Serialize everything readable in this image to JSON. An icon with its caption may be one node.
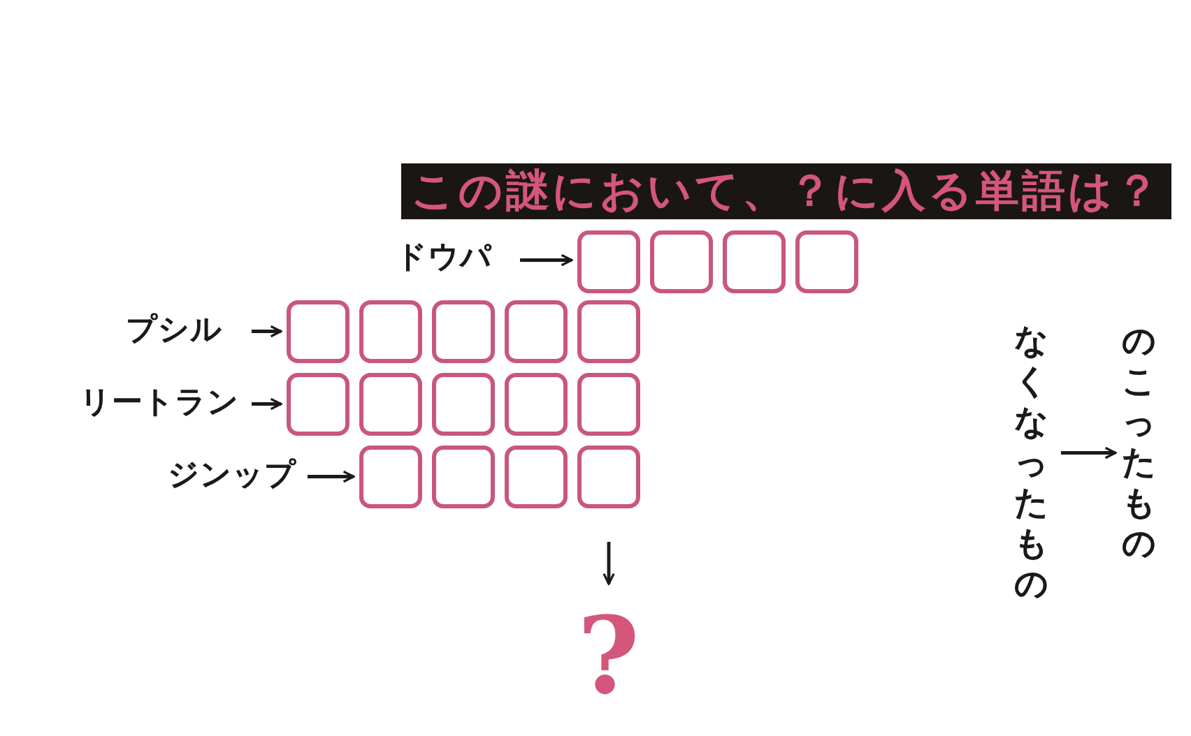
{
  "diagram": {
    "title": "この謎において、？に入る単語は？",
    "nodes": [
      {
        "text": [
          "ドウパ"
        ]
      },
      {
        "text": [],
        "shape": "box"
      },
      {
        "text": [],
        "shape": "box"
      },
      {
        "text": [],
        "shape": "box"
      },
      {
        "text": [],
        "shape": "box"
      },
      {
        "text": [
          "プシル"
        ]
      },
      {
        "text": [],
        "shape": "box"
      },
      {
        "text": [],
        "shape": "box"
      },
      {
        "text": [],
        "shape": "box"
      },
      {
        "text": [],
        "shape": "box"
      },
      {
        "text": [],
        "shape": "box"
      },
      {
        "text": [
          "リートラン"
        ]
      },
      {
        "text": [],
        "shape": "box"
      },
      {
        "text": [],
        "shape": "box"
      },
      {
        "text": [],
        "shape": "box"
      },
      {
        "text": [],
        "shape": "box"
      },
      {
        "text": [],
        "shape": "box"
      },
      {
        "text": [
          "ジンップ"
        ]
      },
      {
        "text": [],
        "shape": "box"
      },
      {
        "text": [],
        "shape": "box"
      },
      {
        "text": [],
        "shape": "box"
      },
      {
        "text": [],
        "shape": "box"
      },
      {
        "text": [
          "?"
        ]
      },
      {
        "text": [
          "なくなったもの"
        ]
      },
      {
        "text": [
          "のこったもの"
        ]
      }
    ],
    "edges": [
      {
        "from": 0,
        "to": 1,
        "arrow": "to"
      },
      {
        "from": 5,
        "to": 6,
        "arrow": "to"
      },
      {
        "from": 11,
        "to": 12,
        "arrow": "to"
      },
      {
        "from": 17,
        "to": 18,
        "arrow": "to"
      },
      {
        "from": 21,
        "to": 22,
        "arrow": "to"
      },
      {
        "from": 23,
        "to": 24,
        "arrow": "to"
      }
    ]
  }
}
